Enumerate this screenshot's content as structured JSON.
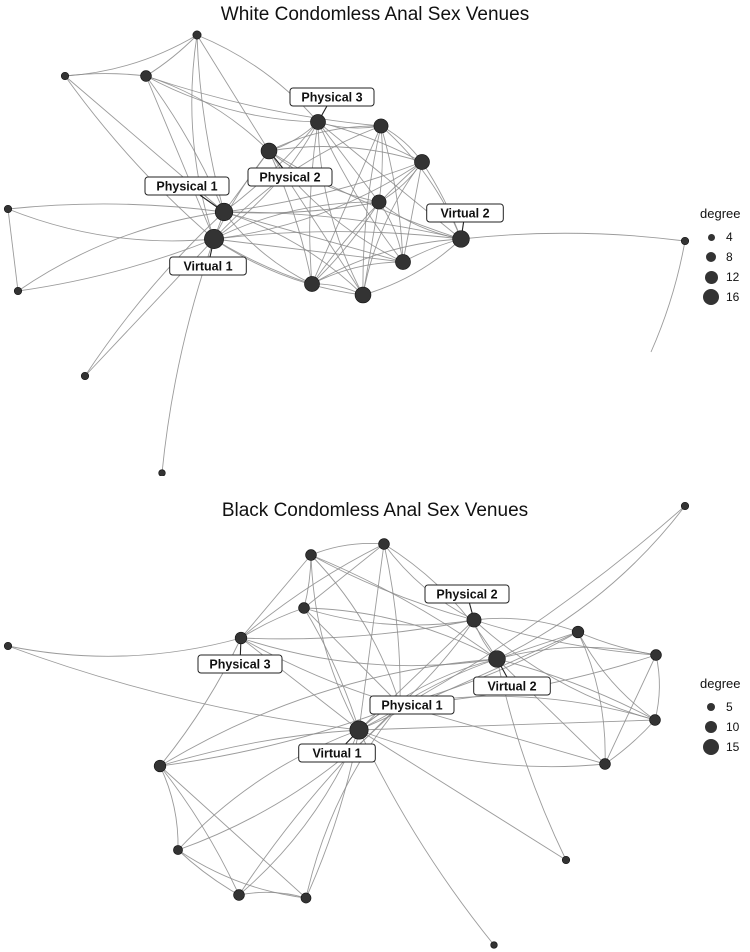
{
  "panels": [
    {
      "title": "White Condomless Anal Sex Venues",
      "legend": {
        "title": "degree",
        "items": [
          {
            "label": "4",
            "value": 4
          },
          {
            "label": "8",
            "value": 8
          },
          {
            "label": "12",
            "value": 12
          },
          {
            "label": "16",
            "value": 16
          }
        ]
      },
      "nodes": [
        {
          "id": "w1",
          "degree": 4
        },
        {
          "id": "w2",
          "degree": 3
        },
        {
          "id": "w3",
          "degree": 7
        },
        {
          "id": "physical-3",
          "degree": 12,
          "label": "Physical 3"
        },
        {
          "id": "w5",
          "degree": 11
        },
        {
          "id": "physical-2",
          "degree": 13,
          "label": "Physical 2"
        },
        {
          "id": "w7",
          "degree": 12
        },
        {
          "id": "physical-1",
          "degree": 15,
          "label": "Physical 1"
        },
        {
          "id": "virtual-1",
          "degree": 17,
          "label": "Virtual 1"
        },
        {
          "id": "w10",
          "degree": 11
        },
        {
          "id": "virtual-2",
          "degree": 14,
          "label": "Virtual 2"
        },
        {
          "id": "w12",
          "degree": 3
        },
        {
          "id": "w13",
          "degree": 3
        },
        {
          "id": "w14",
          "degree": 12
        },
        {
          "id": "w15",
          "degree": 12
        },
        {
          "id": "w16",
          "degree": 13
        },
        {
          "id": "w17",
          "degree": 3
        },
        {
          "id": "w18",
          "degree": 3
        },
        {
          "id": "w19",
          "degree": 2
        }
      ],
      "edges": [
        [
          "w1",
          "w2"
        ],
        [
          "w1",
          "w3"
        ],
        [
          "w1",
          "physical-2"
        ],
        [
          "w1",
          "physical-1"
        ],
        [
          "w1",
          "virtual-1"
        ],
        [
          "w1",
          "physical-3"
        ],
        [
          "w2",
          "w3"
        ],
        [
          "w2",
          "physical-1"
        ],
        [
          "w2",
          "virtual-1"
        ],
        [
          "w3",
          "physical-3"
        ],
        [
          "w3",
          "physical-2"
        ],
        [
          "w3",
          "physical-1"
        ],
        [
          "w3",
          "virtual-1"
        ],
        [
          "w3",
          "w5"
        ],
        [
          "physical-3",
          "w5"
        ],
        [
          "physical-3",
          "physical-2"
        ],
        [
          "physical-3",
          "w7"
        ],
        [
          "physical-3",
          "w10"
        ],
        [
          "physical-3",
          "w15"
        ],
        [
          "physical-3",
          "w16"
        ],
        [
          "physical-3",
          "virtual-1"
        ],
        [
          "physical-3",
          "physical-1"
        ],
        [
          "physical-3",
          "virtual-2"
        ],
        [
          "physical-3",
          "w14"
        ],
        [
          "w5",
          "physical-2"
        ],
        [
          "w5",
          "w7"
        ],
        [
          "w5",
          "w10"
        ],
        [
          "w5",
          "w15"
        ],
        [
          "w5",
          "w16"
        ],
        [
          "w5",
          "virtual-1"
        ],
        [
          "w5",
          "virtual-2"
        ],
        [
          "w5",
          "w14"
        ],
        [
          "physical-2",
          "physical-1"
        ],
        [
          "physical-2",
          "virtual-1"
        ],
        [
          "physical-2",
          "w10"
        ],
        [
          "physical-2",
          "w7"
        ],
        [
          "physical-2",
          "w15"
        ],
        [
          "physical-2",
          "w16"
        ],
        [
          "physical-2",
          "virtual-2"
        ],
        [
          "physical-2",
          "w14"
        ],
        [
          "w7",
          "w10"
        ],
        [
          "w7",
          "virtual-2"
        ],
        [
          "w7",
          "w14"
        ],
        [
          "w7",
          "w15"
        ],
        [
          "w7",
          "w16"
        ],
        [
          "w7",
          "virtual-1"
        ],
        [
          "w7",
          "physical-1"
        ],
        [
          "physical-1",
          "virtual-1"
        ],
        [
          "physical-1",
          "w10"
        ],
        [
          "physical-1",
          "w15"
        ],
        [
          "physical-1",
          "w16"
        ],
        [
          "physical-1",
          "virtual-2"
        ],
        [
          "physical-1",
          "w14"
        ],
        [
          "physical-1",
          "w12"
        ],
        [
          "physical-1",
          "w13"
        ],
        [
          "virtual-1",
          "w10"
        ],
        [
          "virtual-1",
          "virtual-2"
        ],
        [
          "virtual-1",
          "w14"
        ],
        [
          "virtual-1",
          "w15"
        ],
        [
          "virtual-1",
          "w16"
        ],
        [
          "virtual-1",
          "w12"
        ],
        [
          "virtual-1",
          "w13"
        ],
        [
          "virtual-1",
          "w17"
        ],
        [
          "virtual-1",
          "w19"
        ],
        [
          "w10",
          "virtual-2"
        ],
        [
          "w10",
          "w14"
        ],
        [
          "w10",
          "w15"
        ],
        [
          "w10",
          "w16"
        ],
        [
          "virtual-2",
          "w14"
        ],
        [
          "virtual-2",
          "w15"
        ],
        [
          "virtual-2",
          "w16"
        ],
        [
          "virtual-2",
          "w18"
        ],
        [
          "w12",
          "w13"
        ],
        [
          "physical-1",
          "w17"
        ],
        [
          "w14",
          "w15"
        ],
        [
          "w15",
          "w16"
        ],
        [
          "w18",
          "w18b"
        ]
      ]
    },
    {
      "title": "Black Condomless Anal Sex Venues",
      "legend": {
        "title": "degree",
        "items": [
          {
            "label": "5",
            "value": 5
          },
          {
            "label": "10",
            "value": 10
          },
          {
            "label": "15",
            "value": 15
          }
        ]
      },
      "nodes": [
        {
          "id": "b1",
          "degree": 7
        },
        {
          "id": "b2",
          "degree": 7
        },
        {
          "id": "b3",
          "degree": 7
        },
        {
          "id": "physical-3b",
          "degree": 8,
          "label": "Physical 3"
        },
        {
          "id": "physical-2b",
          "degree": 11,
          "label": "Physical 2"
        },
        {
          "id": "b6",
          "degree": 3
        },
        {
          "id": "b7",
          "degree": 8
        },
        {
          "id": "virtual-2b",
          "degree": 14,
          "label": "Virtual 2"
        },
        {
          "id": "b9",
          "degree": 7
        },
        {
          "id": "b10",
          "degree": 3
        },
        {
          "id": "physical-1b",
          "degree": 15,
          "label": "Physical 1"
        },
        {
          "id": "b12",
          "degree": 7
        },
        {
          "id": "virtual-1b",
          "degree": 16,
          "label": "Virtual 1"
        },
        {
          "id": "b14",
          "degree": 8
        },
        {
          "id": "b15",
          "degree": 7
        },
        {
          "id": "b16",
          "degree": 5
        },
        {
          "id": "b17",
          "degree": 3
        },
        {
          "id": "b18",
          "degree": 7
        },
        {
          "id": "b19",
          "degree": 6
        },
        {
          "id": "b20",
          "degree": 2
        }
      ],
      "edges": []
    }
  ]
}
